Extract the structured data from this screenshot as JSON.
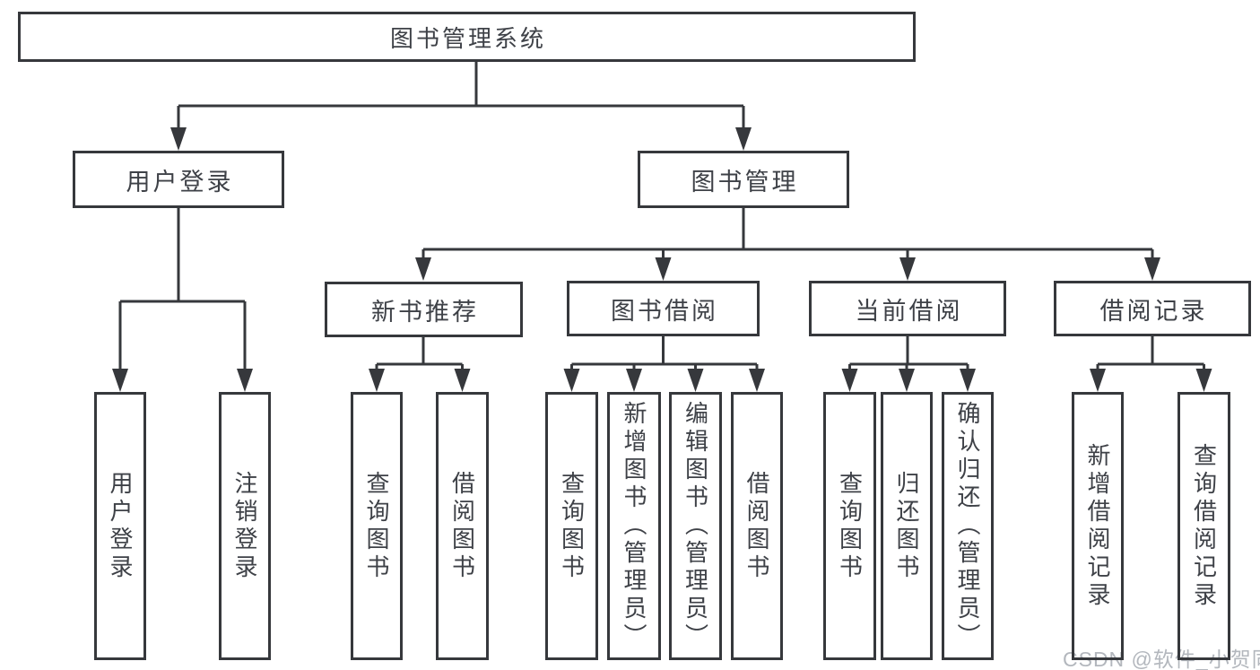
{
  "diagram": {
    "root": "图书管理系统",
    "level2": [
      {
        "label": "用户登录"
      },
      {
        "label": "图书管理"
      }
    ],
    "level3": [
      {
        "label": "新书推荐"
      },
      {
        "label": "图书借阅"
      },
      {
        "label": "当前借阅"
      },
      {
        "label": "借阅记录"
      }
    ],
    "leaves": {
      "login": [
        "用户登录",
        "注销登录"
      ],
      "newbook": [
        "查询图书",
        "借阅图书"
      ],
      "borrow": [
        "查询图书",
        "新增图书（管理员）",
        "编辑图书（管理员）",
        "借阅图书"
      ],
      "current": [
        "查询图书",
        "归还图书",
        "确认归还（管理员）"
      ],
      "records": [
        "新增借阅记录",
        "查询借阅记录"
      ]
    },
    "colors": {
      "line": "#36383c",
      "text": "#3e4147",
      "watermark": "#b3b7bd",
      "background": "#ffffff"
    }
  },
  "watermark": {
    "text": "CSDN @软件_小贺同学"
  }
}
